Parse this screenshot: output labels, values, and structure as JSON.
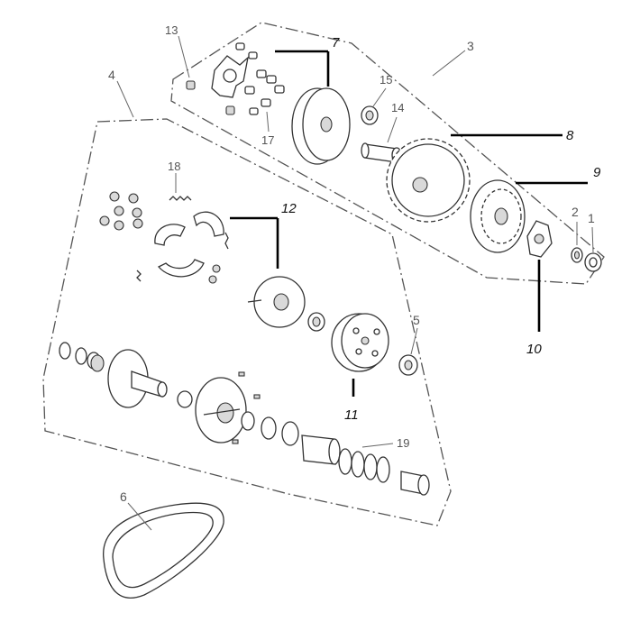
{
  "diagram": {
    "callouts": {
      "c1": "1",
      "c2": "2",
      "c3": "3",
      "c4": "4",
      "c5": "5",
      "c6": "6",
      "c7": "7",
      "c8": "8",
      "c9": "9",
      "c10": "10",
      "c11": "11",
      "c12": "12",
      "c13": "13",
      "c14": "14",
      "c15": "15",
      "c17": "17",
      "c18": "18",
      "c19": "19"
    }
  }
}
